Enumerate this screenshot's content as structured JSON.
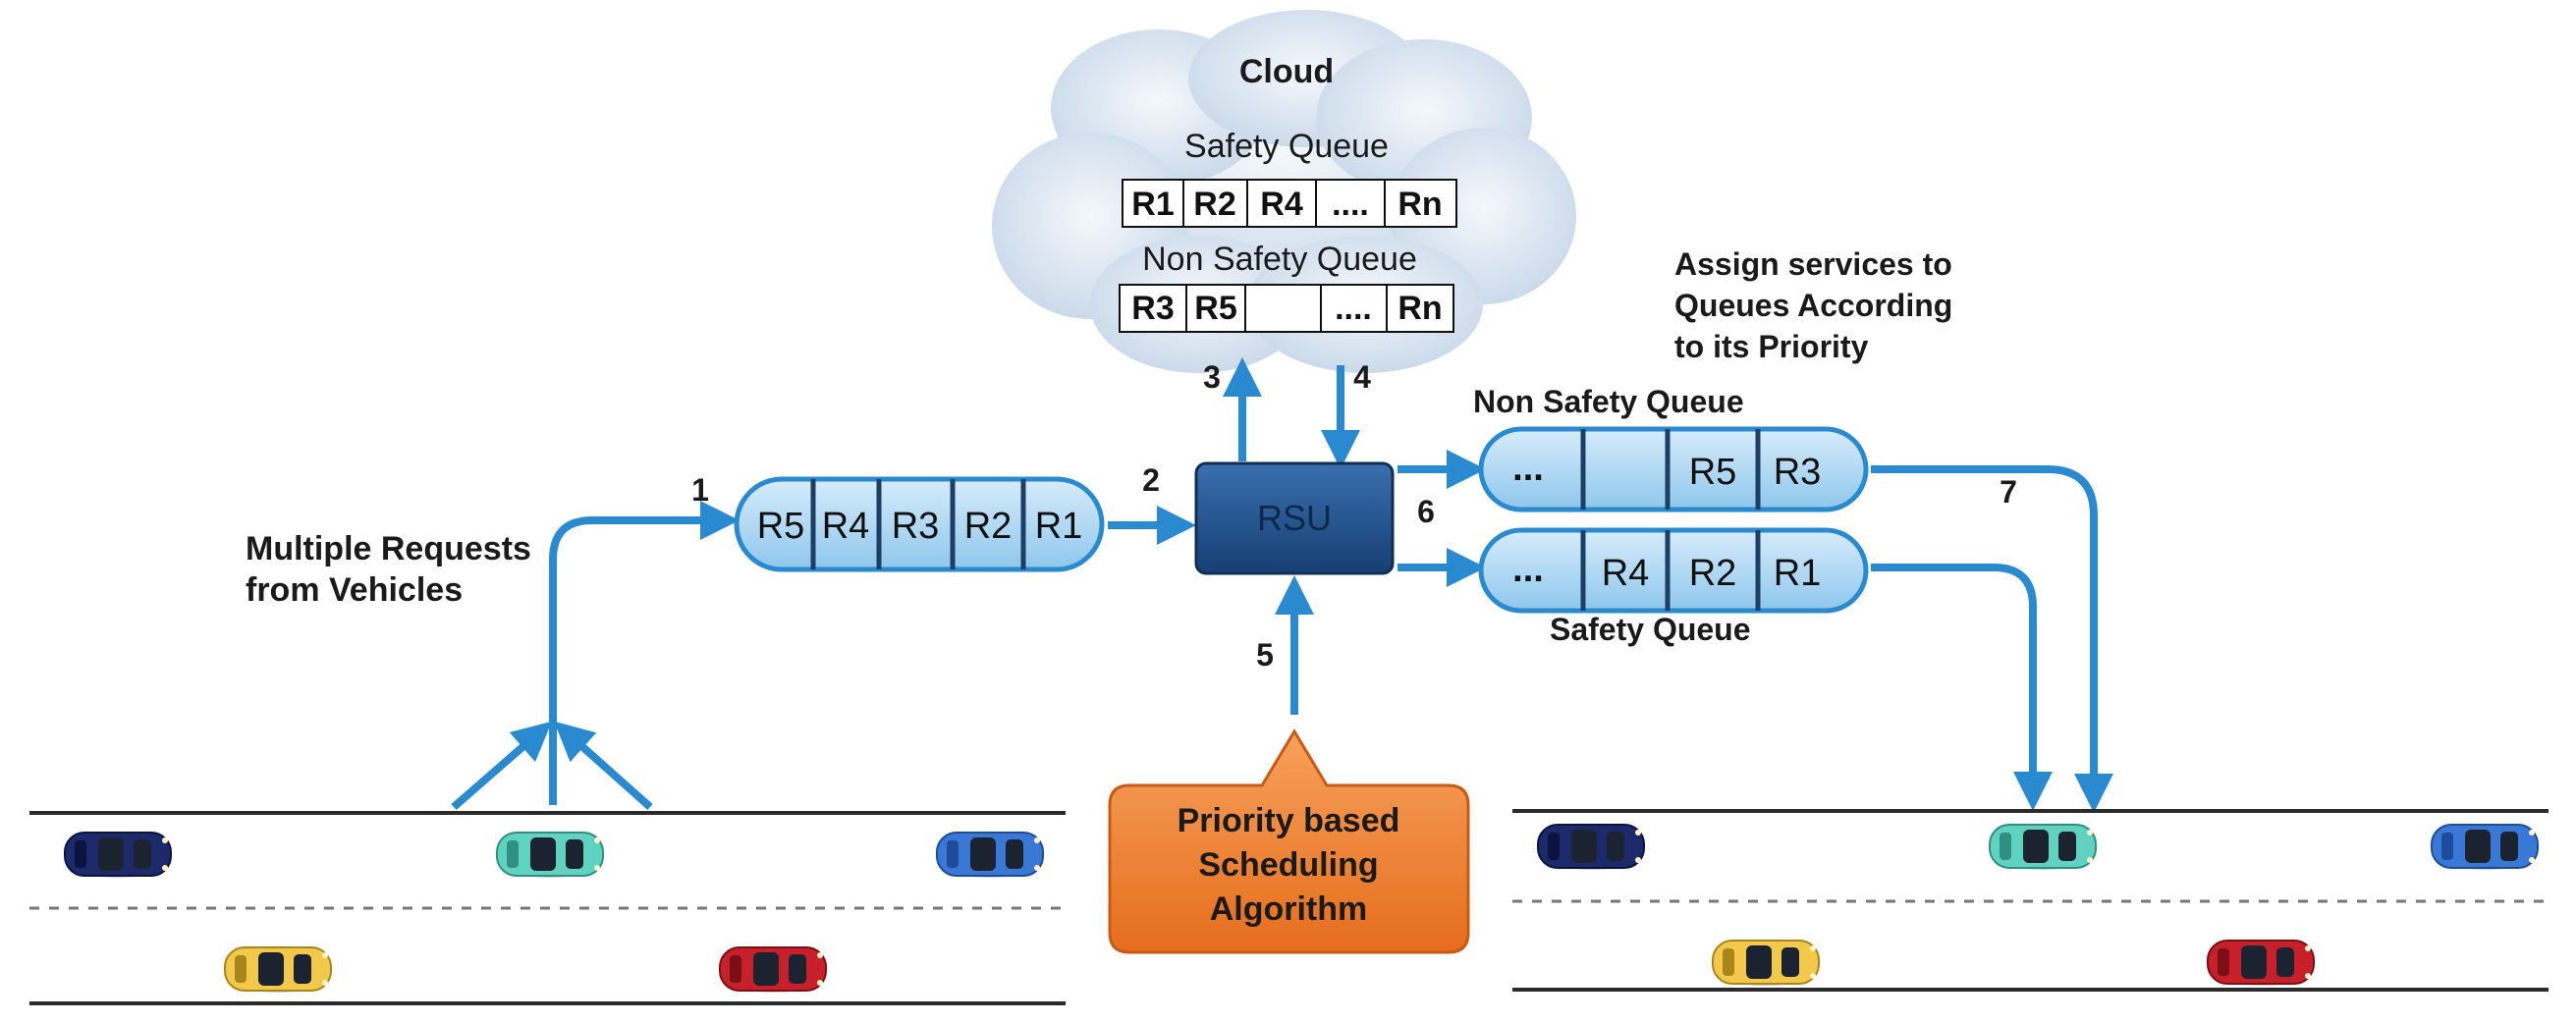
{
  "cloud": {
    "title": "Cloud",
    "safety_queue_label": "Safety Queue",
    "safety_queue_cells": [
      "R1",
      "R2",
      "R4",
      "....",
      "Rn"
    ],
    "non_safety_queue_label": "Non Safety Queue",
    "non_safety_queue_cells": [
      "R3",
      "R5",
      "",
      "....",
      "Rn"
    ]
  },
  "incoming": {
    "label_line1": "Multiple Requests",
    "label_line2": "from Vehicles",
    "queue_cells": [
      "R5",
      "R4",
      "R3",
      "R2",
      "R1"
    ]
  },
  "rsu": {
    "label": "RSU"
  },
  "steps": [
    "1",
    "2",
    "3",
    "4",
    "5",
    "6",
    "7"
  ],
  "algorithm": {
    "line1": "Priority based",
    "line2": "Scheduling",
    "line3": "Algorithm"
  },
  "assign_note": {
    "line1": "Assign services to",
    "line2": "Queues  According",
    "line3": "to its Priority"
  },
  "outgoing": {
    "non_safety_label": "Non Safety Queue",
    "non_safety_cells": [
      "...",
      "",
      "R5",
      "R3"
    ],
    "safety_label": "Safety Queue",
    "safety_cells": [
      "...",
      "R4",
      "R2",
      "R1"
    ]
  },
  "colors": {
    "arrow": "#2a8ad0",
    "queue_fill": "#a9d6f2",
    "queue_stroke": "#2a8ad0",
    "rsu": "#1d4f8a",
    "algorithm": "#ec7a2a",
    "cloud": "#d6e2ef"
  },
  "vehicles": {
    "left_road": [
      "navy",
      "teal",
      "blue",
      "yellow",
      "red"
    ],
    "right_road": [
      "navy",
      "teal",
      "blue",
      "yellow",
      "red"
    ]
  }
}
